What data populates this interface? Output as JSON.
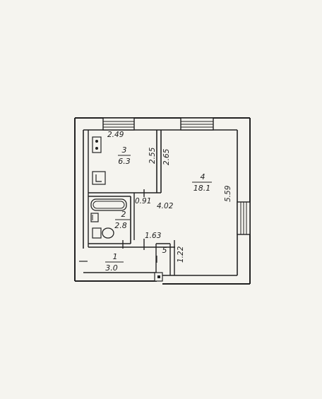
{
  "colors": {
    "paper": "#f5f4ef",
    "ink": "#222222"
  },
  "rooms": [
    {
      "number": "1",
      "area": "3.0"
    },
    {
      "number": "2",
      "area": "2.8"
    },
    {
      "number": "3",
      "area": "6.3"
    },
    {
      "number": "4",
      "area": "18.1"
    },
    {
      "number": "5",
      "area": ""
    }
  ],
  "dimensions": {
    "kitchen_width": "2.49",
    "kitchen_height_left": "2.55",
    "kitchen_height_right": "2.65",
    "room_height": "5.59",
    "partition_a": "0.91",
    "partition_b": "4.02",
    "hall_width": "1.63",
    "closet_height": "1.22"
  },
  "icons": [
    "stove-icon",
    "sink-icon",
    "bathtub-icon",
    "washbasin-icon",
    "toilet-icon",
    "window-icon",
    "door-icon"
  ]
}
